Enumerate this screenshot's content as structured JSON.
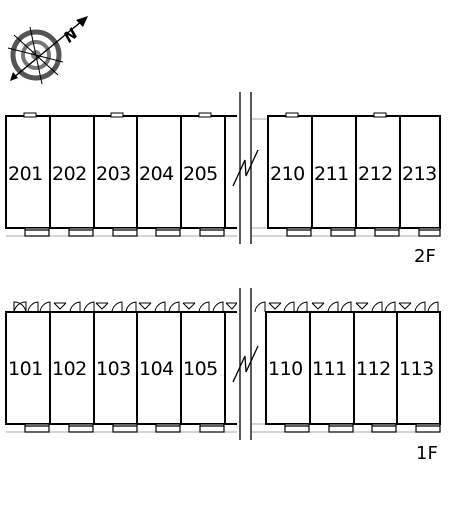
{
  "compass": {
    "icon": "compass-north-arrow-icon",
    "north_label": "N"
  },
  "floors": [
    {
      "id": "floor-2",
      "label": "2F",
      "units_left": [
        "201",
        "202",
        "203",
        "204",
        "205"
      ],
      "units_right": [
        "210",
        "211",
        "212",
        "213"
      ]
    },
    {
      "id": "floor-1",
      "label": "1F",
      "units_left": [
        "101",
        "102",
        "103",
        "104",
        "105"
      ],
      "units_right": [
        "110",
        "111",
        "112",
        "113"
      ]
    }
  ],
  "symbols": {
    "break_line": "break-line-icon",
    "door_swing": "door-swing-icon",
    "meter_box": "meter-box-icon"
  }
}
